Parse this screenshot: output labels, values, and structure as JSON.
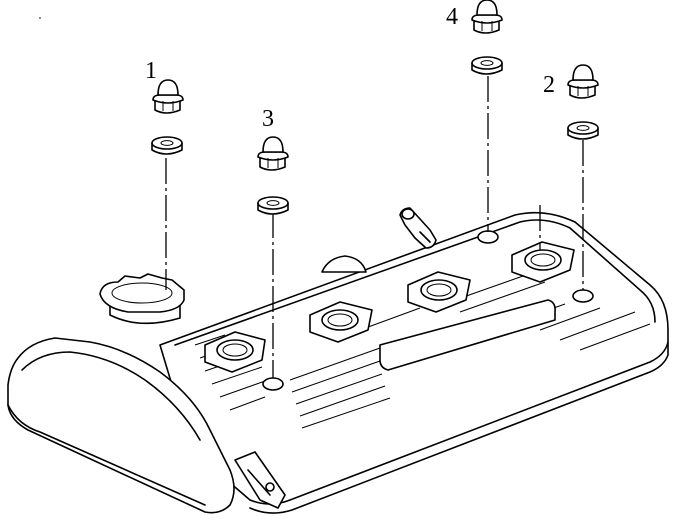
{
  "callouts": [
    {
      "number": "1"
    },
    {
      "number": "2"
    },
    {
      "number": "3"
    },
    {
      "number": "4"
    }
  ],
  "colors": {
    "ink": "#000000",
    "paper": "#ffffff"
  }
}
